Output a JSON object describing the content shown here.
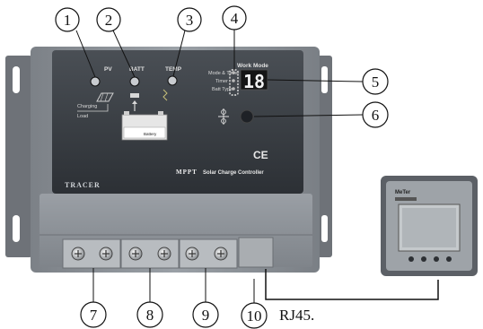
{
  "callouts": [
    "1",
    "2",
    "3",
    "4",
    "5",
    "6",
    "7",
    "8",
    "9",
    "10"
  ],
  "rj45_label": "RJ45.",
  "controller": {
    "brand": "TRACER",
    "product_line": "MPPT",
    "product_text": "Solar Charge Controller",
    "ce_mark": "CE",
    "indicator_labels": {
      "pv": "PV",
      "batt": "BATT",
      "temp": "TEMP"
    },
    "work_mode_title": "Work Mode",
    "work_mode_items": [
      "Mode & Timer",
      "Timer",
      "Batt Type"
    ],
    "display_value": "18",
    "battery_label": "Battery",
    "charging_label": "Charging",
    "load_label": "Load"
  },
  "remote_meter": {
    "brand": "MeTer"
  },
  "colors": {
    "panel_dark": "#3b3f44",
    "body_gray": "#8c9197",
    "terminal_gray": "#aeb2b6",
    "bracket": "#70747a"
  }
}
